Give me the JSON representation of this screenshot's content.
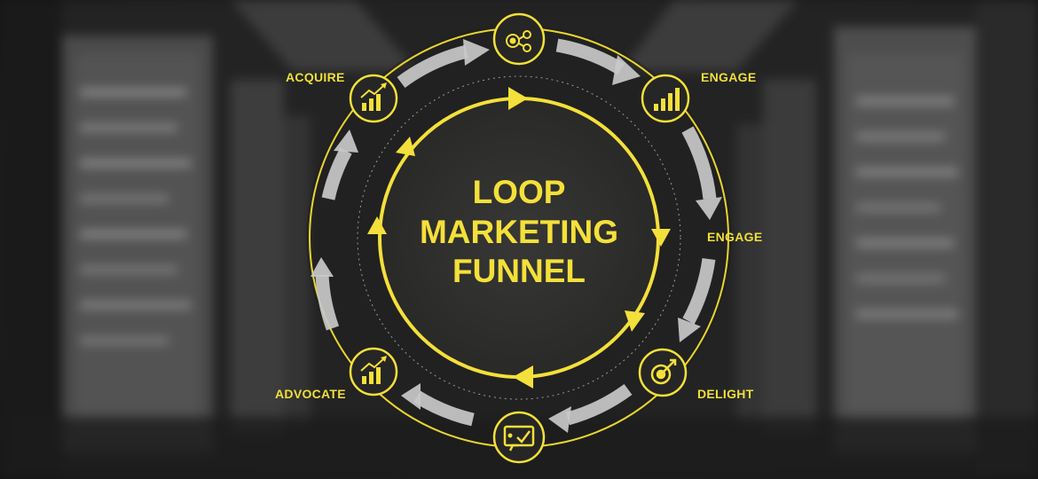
{
  "title": {
    "line1": "LOOP",
    "line2": "MARKETING",
    "line3": "FUNNEL"
  },
  "stages": {
    "acquire": "ACQUIRE",
    "engage_top": "ENGAGE",
    "engage_right": "ENGAGE",
    "delight": "DELIGHT",
    "advocate": "ADVOCATE"
  },
  "icons": {
    "top": "gears-icon",
    "acquire": "growth-chart-icon",
    "engage_top": "bar-chart-icon",
    "delight": "target-pointer-icon",
    "bottom": "chat-check-icon",
    "advocate": "growth-chart-icon"
  },
  "colors": {
    "accent": "#f4e03a",
    "arrow": "#c9c9c9",
    "background": "#262626"
  }
}
